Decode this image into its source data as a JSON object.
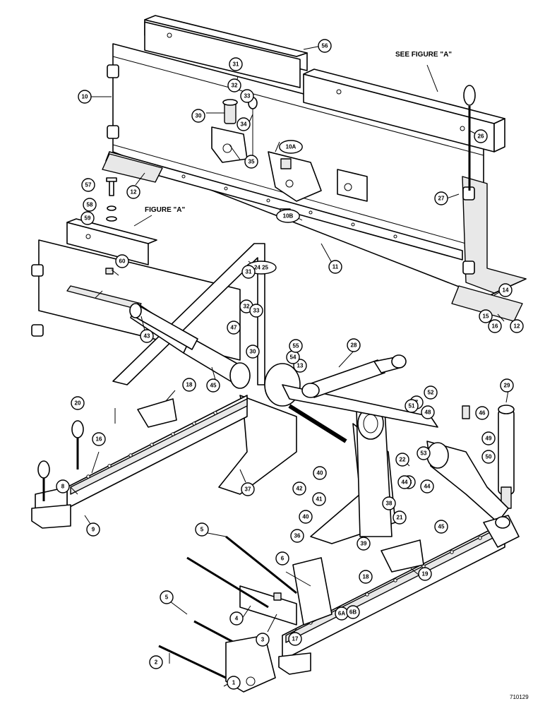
{
  "annotations": {
    "see_figure_a": "SEE FIGURE \"A\"",
    "figure_a": "FIGURE \"A\"",
    "drawing_number": "710129"
  },
  "callouts": [
    "1",
    "2",
    "3",
    "4",
    "5",
    "5",
    "6",
    "6A",
    "6B",
    "7",
    "8",
    "9",
    "10",
    "10A",
    "10B",
    "11",
    "12",
    "12",
    "13",
    "14",
    "15",
    "16",
    "16",
    "17",
    "18",
    "18",
    "19",
    "20",
    "21",
    "22",
    "23",
    "24 25",
    "26",
    "27",
    "28",
    "29",
    "30",
    "30",
    "31",
    "31",
    "32",
    "32",
    "33",
    "33",
    "34",
    "35",
    "36",
    "37",
    "38",
    "39",
    "40",
    "40",
    "41",
    "42",
    "43",
    "44",
    "44",
    "45",
    "45",
    "46",
    "47",
    "48",
    "49",
    "50",
    "51",
    "52",
    "53",
    "54",
    "55",
    "56",
    "57",
    "58",
    "59",
    "60"
  ]
}
